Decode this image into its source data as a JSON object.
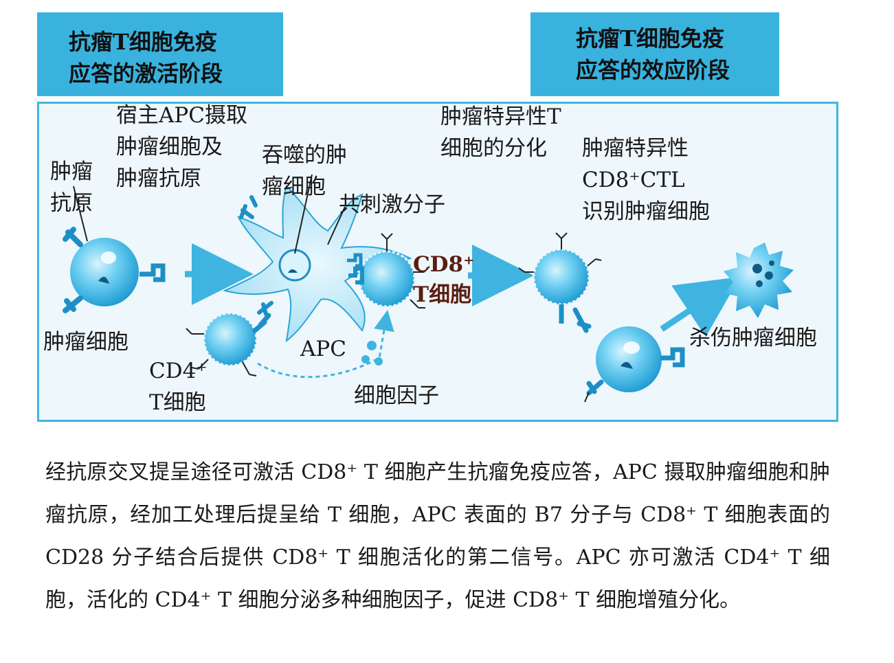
{
  "phases": {
    "activation": [
      "抗瘤T细胞免疫",
      "应答的激活阶段"
    ],
    "effector": [
      "抗瘤T细胞免疫",
      "应答的效应阶段"
    ]
  },
  "labels": {
    "apc_uptake": [
      "宿主APC摄取",
      "肿瘤细胞及",
      "肿瘤抗原"
    ],
    "tumor_antigen": [
      "肿瘤",
      "抗原"
    ],
    "engulfed_tumor_cell": [
      "吞噬的肿",
      "瘤细胞"
    ],
    "costim": "共刺激分子",
    "tumor_cell": "肿瘤细胞",
    "apc": "APC",
    "cd4_t": [
      "CD4⁺",
      "T细胞"
    ],
    "cytokines": "细胞因子",
    "cd8_t": [
      "CD8⁺",
      "T细胞"
    ],
    "t_diff": [
      "肿瘤特异性T",
      "细胞的分化"
    ],
    "ctl_recognize": [
      "肿瘤特异性",
      "CD8⁺CTL",
      "识别肿瘤细胞"
    ],
    "kill": "杀伤肿瘤细胞"
  },
  "caption": "经抗原交叉提呈途径可激活 CD8⁺ T 细胞产生抗瘤免疫应答，APC 摄取肿瘤细胞和肿瘤抗原，经加工处理后提呈给 T 细胞，APC 表面的 B7 分子与 CD8⁺ T 细胞表面的 CD28 分子结合后提供 CD8⁺ T 细胞活化的第二信号。APC 亦可激活 CD4⁺ T 细胞，活化的 CD4⁺ T 细胞分泌多种细胞因子，促进 CD8⁺ T 细胞增殖分化。",
  "colors": {
    "phase_bg": "#39b2de",
    "cell": "#4cc0ec",
    "frame": "#3fb4e0",
    "cd8_label": "#5b1d12"
  }
}
